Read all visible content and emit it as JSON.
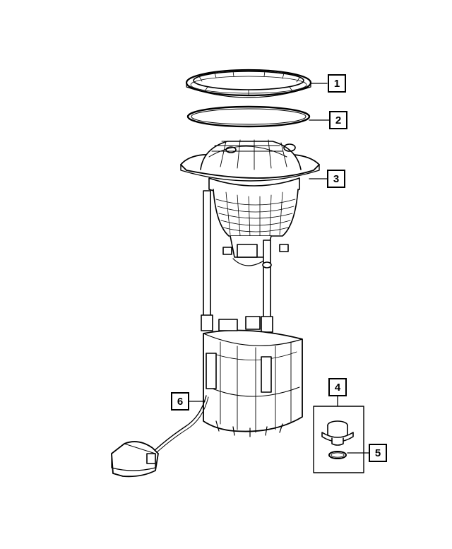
{
  "callouts": [
    {
      "id": "1",
      "label": "1"
    },
    {
      "id": "2",
      "label": "2"
    },
    {
      "id": "3",
      "label": "3"
    },
    {
      "id": "4",
      "label": "4"
    },
    {
      "id": "5",
      "label": "5"
    },
    {
      "id": "6",
      "label": "6"
    }
  ],
  "colors": {
    "line": "#000000",
    "background": "#ffffff",
    "shade": "#d9d9d9"
  }
}
